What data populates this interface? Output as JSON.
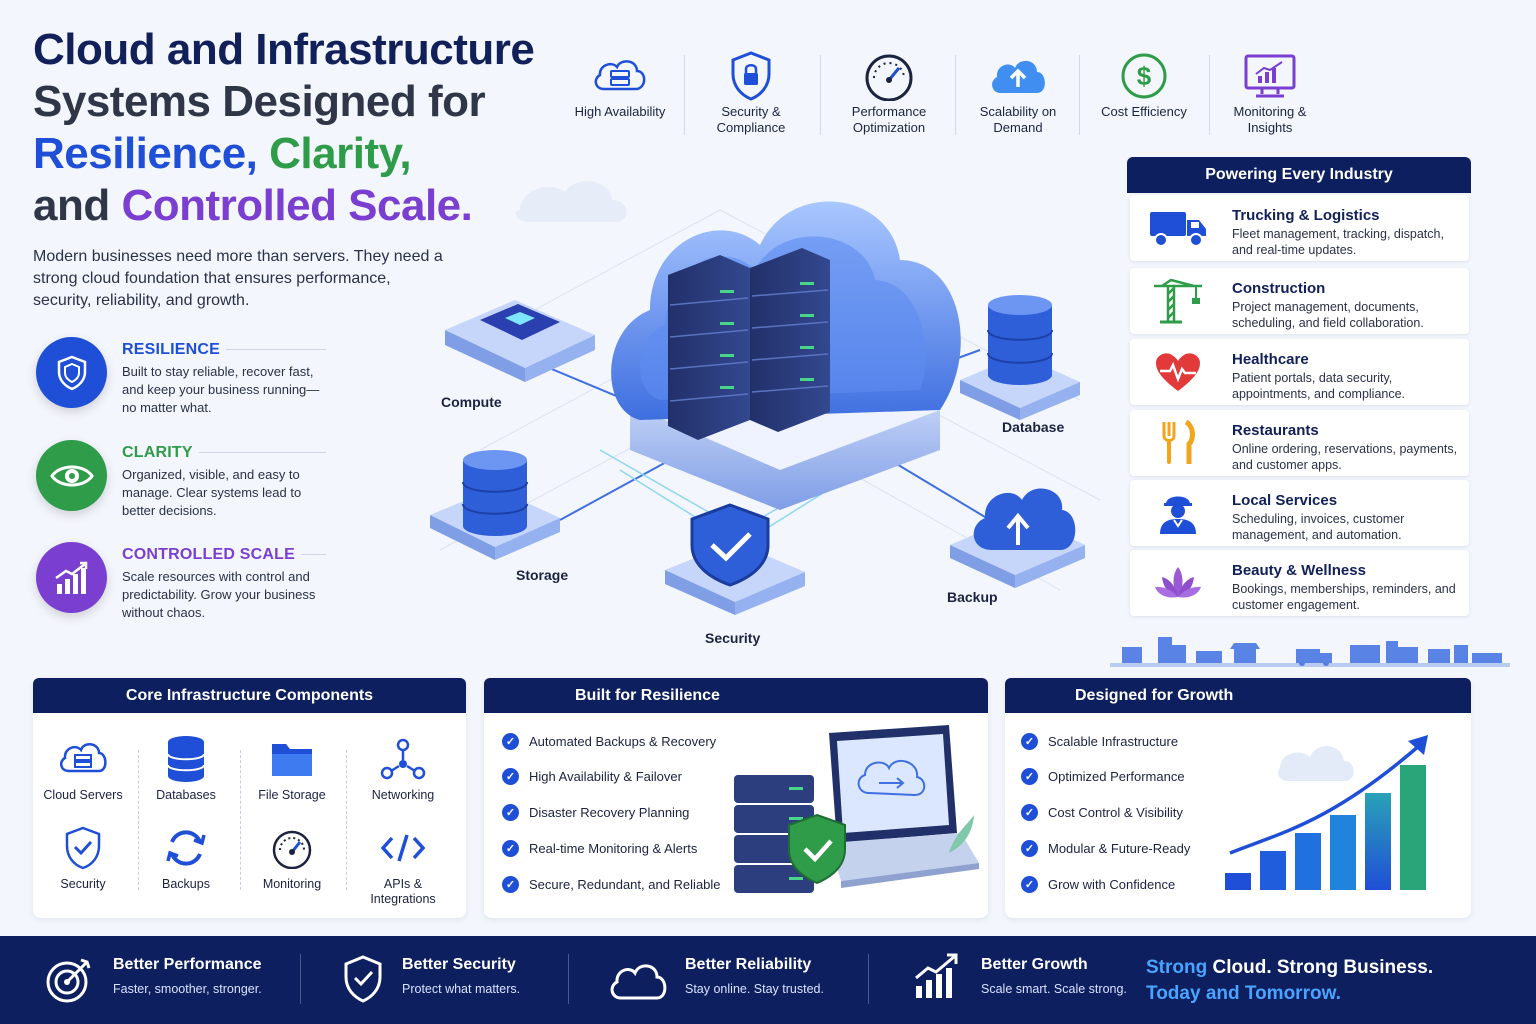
{
  "hero": {
    "title_line1": "Cloud and Infrastructure",
    "title_line2": "Systems Designed for",
    "title_res": "Resilience,",
    "title_cla": "Clarity,",
    "title_and": "and",
    "title_scale": "Controlled Scale.",
    "intro": "Modern businesses need more than servers. They need a strong cloud foundation that ensures performance, security, reliability, and growth."
  },
  "pillars": [
    {
      "title": "RESILIENCE",
      "desc": "Built to stay reliable, recover fast, and keep your business running—no matter what.",
      "icon": "shield-icon",
      "color": "#1f4fd6"
    },
    {
      "title": "CLARITY",
      "desc": "Organized, visible, and easy to manage. Clear systems lead to better decisions.",
      "icon": "eye-icon",
      "color": "#2e9c48"
    },
    {
      "title": "CONTROLLED SCALE",
      "desc": "Scale resources with control and predictability. Grow your business without chaos.",
      "icon": "growth-chart-icon",
      "color": "#7a3fd0"
    }
  ],
  "features": [
    {
      "label": "High Availability",
      "icon": "cloud-server-icon"
    },
    {
      "label": "Security & Compliance",
      "icon": "lock-shield-icon"
    },
    {
      "label": "Performance Optimization",
      "icon": "gauge-icon"
    },
    {
      "label": "Scalability on Demand",
      "icon": "cloud-upload-icon"
    },
    {
      "label": "Cost Efficiency",
      "icon": "dollar-icon"
    },
    {
      "label": "Monitoring & Insights",
      "icon": "monitor-chart-icon"
    }
  ],
  "diagram": {
    "compute": "Compute",
    "database": "Database",
    "storage": "Storage",
    "security": "Security",
    "backup": "Backup"
  },
  "industries": {
    "title": "Powering Every Industry",
    "items": [
      {
        "title": "Trucking & Logistics",
        "desc": "Fleet management, tracking, dispatch, and real-time updates.",
        "icon": "truck-icon"
      },
      {
        "title": "Construction",
        "desc": "Project management, documents, scheduling, and field collaboration.",
        "icon": "crane-icon"
      },
      {
        "title": "Healthcare",
        "desc": "Patient portals, data security, appointments, and compliance.",
        "icon": "heart-pulse-icon"
      },
      {
        "title": "Restaurants",
        "desc": "Online ordering, reservations, payments, and customer apps.",
        "icon": "fork-knife-icon"
      },
      {
        "title": "Local Services",
        "desc": "Scheduling, invoices, customer management, and automation.",
        "icon": "worker-icon"
      },
      {
        "title": "Beauty & Wellness",
        "desc": "Bookings, memberships, reminders, and customer engagement.",
        "icon": "lotus-icon"
      }
    ]
  },
  "core": {
    "title": "Core Infrastructure Components",
    "items": [
      {
        "label": "Cloud Servers",
        "icon": "cloud-server-icon"
      },
      {
        "label": "Databases",
        "icon": "database-icon"
      },
      {
        "label": "File Storage",
        "icon": "folder-icon"
      },
      {
        "label": "Networking",
        "icon": "network-icon"
      },
      {
        "label": "Security",
        "icon": "shield-check-icon"
      },
      {
        "label": "Backups",
        "icon": "refresh-icon"
      },
      {
        "label": "Monitoring",
        "icon": "gauge-icon"
      },
      {
        "label": "APIs & Integrations",
        "icon": "code-icon"
      }
    ]
  },
  "resilience": {
    "title": "Built for Resilience",
    "items": [
      "Automated Backups & Recovery",
      "High Availability & Failover",
      "Disaster Recovery Planning",
      "Real-time Monitoring & Alerts",
      "Secure, Redundant, and Reliable"
    ]
  },
  "growth": {
    "title": "Designed for Growth",
    "items": [
      "Scalable Infrastructure",
      "Optimized Performance",
      "Cost Control & Visibility",
      "Modular & Future-Ready",
      "Grow with Confidence"
    ]
  },
  "footer": {
    "items": [
      {
        "title": "Better Performance",
        "desc": "Faster, smoother, stronger.",
        "icon": "target-icon"
      },
      {
        "title": "Better Security",
        "desc": "Protect what matters.",
        "icon": "shield-check-icon"
      },
      {
        "title": "Better Reliability",
        "desc": "Stay online. Stay trusted.",
        "icon": "cloud-icon"
      },
      {
        "title": "Better Growth",
        "desc": "Scale smart. Scale strong.",
        "icon": "growth-chart-icon"
      }
    ],
    "tag_strong": "Strong",
    "tag_rest1": " Cloud. Strong Business.",
    "tag_line2": "Today and Tomorrow."
  },
  "colors": {
    "navy": "#0d1f5e",
    "blue": "#1f4fd6",
    "green": "#2e9c48",
    "purple": "#7a3fd0",
    "bright_blue": "#4aa3ff"
  }
}
